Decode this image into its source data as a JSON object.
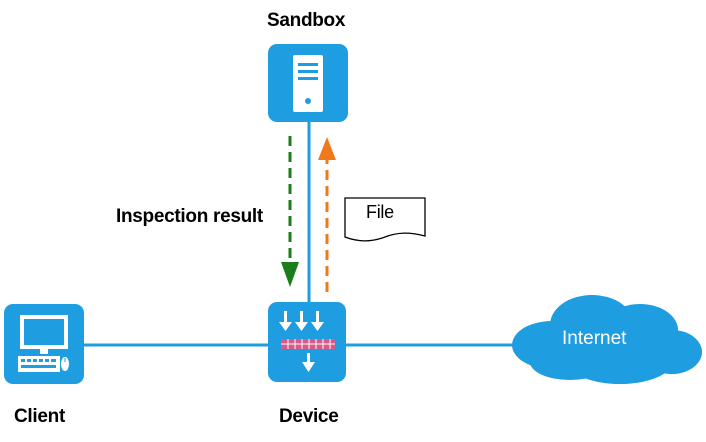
{
  "nodes": {
    "sandbox": {
      "label": "Sandbox",
      "icon": "server-icon"
    },
    "device": {
      "label": "Device",
      "icon": "firewall-device-icon"
    },
    "client": {
      "label": "Client",
      "icon": "computer-icon"
    },
    "internet": {
      "label": "Internet",
      "icon": "cloud-icon"
    }
  },
  "flows": {
    "inspection_result": {
      "label": "Inspection result",
      "color": "#1a7f1a",
      "direction": "sandbox-to-device"
    },
    "file": {
      "label": "File",
      "color": "#f07a1a",
      "direction": "device-to-sandbox"
    }
  },
  "colors": {
    "node_fill": "#1e9de0",
    "link": "#1e9de0",
    "device_band": "#d65a8a"
  }
}
